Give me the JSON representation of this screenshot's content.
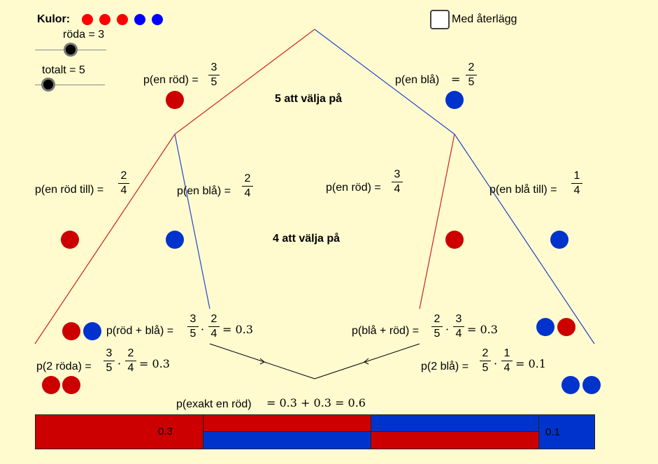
{
  "header": {
    "kulor_label": "Kulor:"
  },
  "sliders": {
    "roda_label": "röda = 3",
    "totalt_label": "totalt = 5"
  },
  "checkbox": {
    "label": "Med återlägg"
  },
  "level1": {
    "count_label": "5 att välja på",
    "p_red_label": "p(en röd) =",
    "p_red_num": "3",
    "p_red_den": "5",
    "p_blue_label": "p(en blå)",
    "p_blue_eq": "=",
    "p_blue_num": "2",
    "p_blue_den": "5"
  },
  "level2": {
    "count_label": "4 att välja på",
    "p_red_red_label": "p(en röd till) =",
    "p_red_red_num": "2",
    "p_red_red_den": "4",
    "p_red_blue_label": "p(en blå) =",
    "p_red_blue_num": "2",
    "p_red_blue_den": "4",
    "p_blue_red_label": "p(en röd) =",
    "p_blue_red_num": "3",
    "p_blue_red_den": "4",
    "p_blue_blue_label": "p(en blå till) =",
    "p_blue_blue_num": "1",
    "p_blue_blue_den": "4"
  },
  "outcomes": {
    "red_blue_label": "p(röd + blå) =",
    "red_blue_a_num": "3",
    "red_blue_a_den": "5",
    "red_blue_b_num": "2",
    "red_blue_b_den": "4",
    "red_blue_result": "= 0.3",
    "blue_red_label": "p(blå + röd) =",
    "blue_red_a_num": "2",
    "blue_red_a_den": "5",
    "blue_red_b_num": "3",
    "blue_red_b_den": "4",
    "blue_red_result": "= 0.3",
    "two_red_label": "p(2 röda) =",
    "two_red_a_num": "3",
    "two_red_a_den": "5",
    "two_red_b_num": "2",
    "two_red_b_den": "4",
    "two_red_result": "= 0.3",
    "two_blue_label": "p(2 blå) =",
    "two_blue_a_num": "2",
    "two_blue_a_den": "5",
    "two_blue_b_num": "1",
    "two_blue_b_den": "4",
    "two_blue_result": "= 0.1",
    "dot": "·"
  },
  "exakt": {
    "label": "p(exakt en röd)",
    "expr": "= 0.3 + 0.3 = 0.6"
  },
  "bar": {
    "left_value": "0.3",
    "right_value": "0.1"
  },
  "colors": {
    "red": "#cc0000",
    "blue": "#0033cc",
    "background": "#fffbcf"
  }
}
